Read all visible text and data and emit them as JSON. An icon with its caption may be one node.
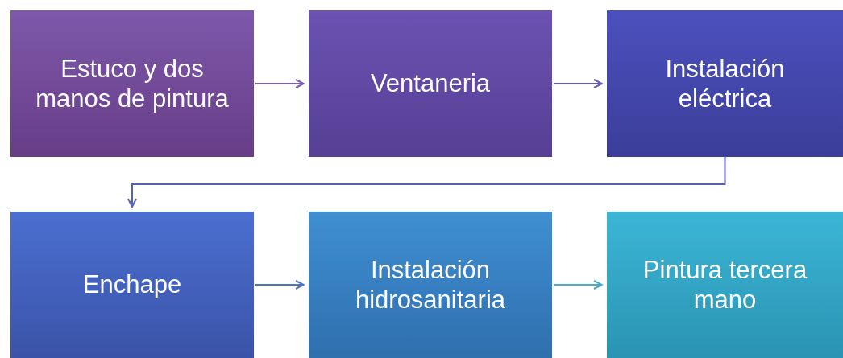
{
  "diagram": {
    "nodes": [
      {
        "text": [
          "Estuco y dos manos de pintura"
        ]
      },
      {
        "text": [
          "Ventaneria"
        ]
      },
      {
        "text": [
          "Instalación eléctrica"
        ]
      },
      {
        "text": [
          "Enchape"
        ]
      },
      {
        "text": [
          "Instalación hidrosanitaria"
        ]
      },
      {
        "text": [
          "Pintura tercera mano"
        ]
      }
    ],
    "edges": [
      {
        "from": 0,
        "to": 1,
        "arrow": "to",
        "color": "#7a5fb0"
      },
      {
        "from": 1,
        "to": 2,
        "arrow": "to",
        "color": "#6a5ab2"
      },
      {
        "from": 2,
        "to": 3,
        "arrow": "to",
        "color": "#5560b8"
      },
      {
        "from": 3,
        "to": 4,
        "arrow": "to",
        "color": "#4f74c2"
      },
      {
        "from": 4,
        "to": 5,
        "arrow": "to",
        "color": "#48aacd"
      }
    ]
  }
}
